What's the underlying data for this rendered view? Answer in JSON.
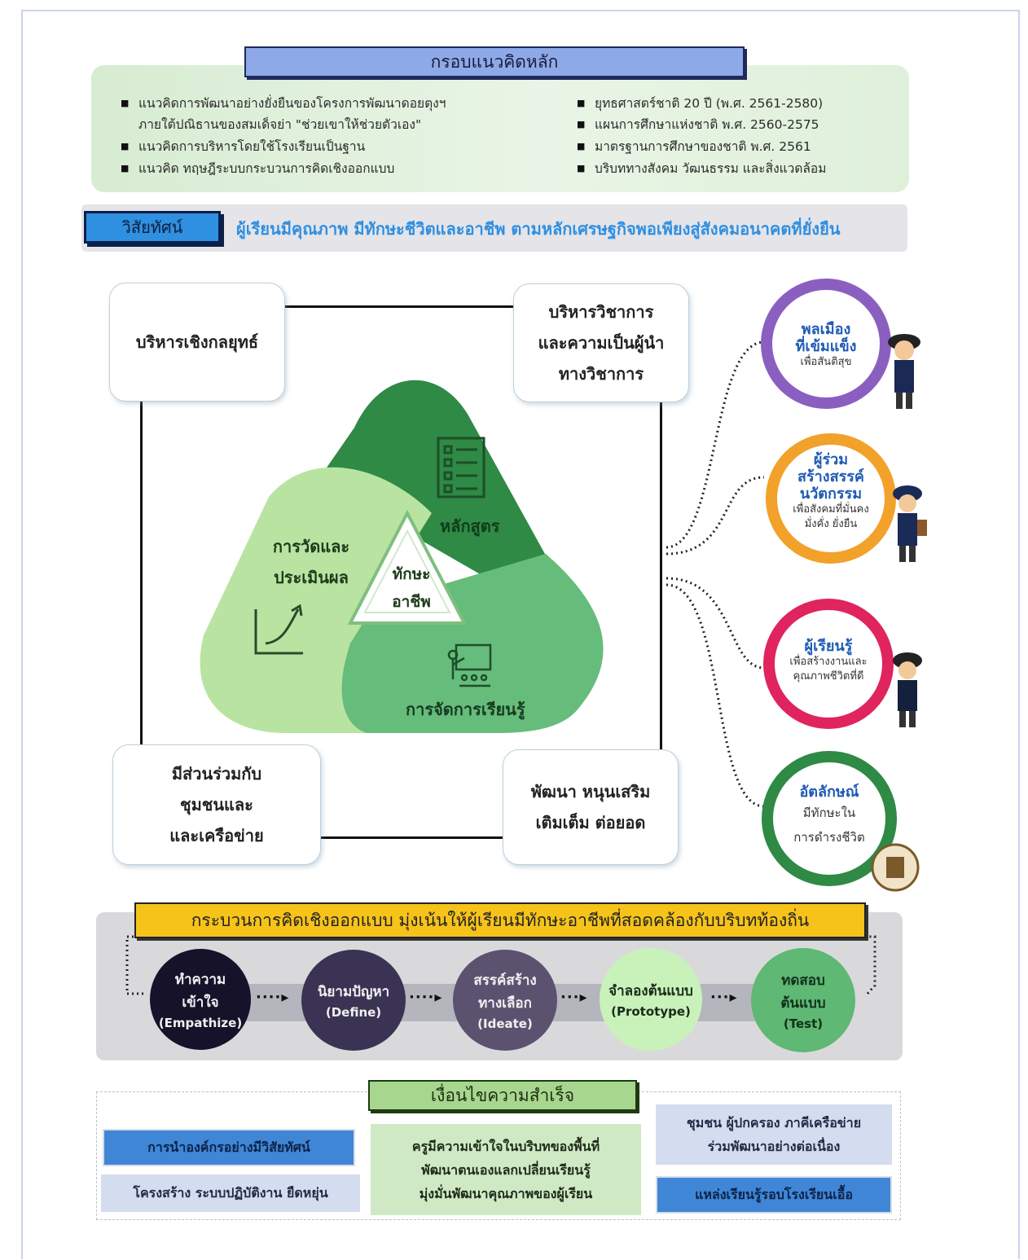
{
  "framework": {
    "title": "กรอบแนวคิดหลัก",
    "left_items": [
      "แนวคิดการพัฒนาอย่างยั่งยืนของโครงการพัฒนาดอยตุงฯ",
      "ภายใต้ปณิธานของสมเด็จย่า \"ช่วยเขาให้ช่วยตัวเอง\"",
      "แนวคิดการบริหารโดยใช้โรงเรียนเป็นฐาน",
      "แนวคิด ทฤษฎีระบบกระบวนการคิดเชิงออกแบบ"
    ],
    "right_items": [
      "ยุทธศาสตร์ชาติ 20 ปี (พ.ศ. 2561-2580)",
      "แผนการศึกษาแห่งชาติ พ.ศ. 2560-2575",
      "มาตรฐานการศึกษาของชาติ พ.ศ. 2561",
      "บริบททางสังคม วัฒนธรรม และสิ่งแวดล้อม"
    ]
  },
  "vision": {
    "label": "วิสัยทัศน์",
    "text": "ผู้เรียนมีคุณภาพ มีทักษะชีวิตและอาชีพ ตามหลักเศรษฐกิจพอเพียงสู่สังคมอนาคตที่ยั่งยืน"
  },
  "management": {
    "strategic": "บริหารเชิงกลยุทธ์",
    "academic": "บริหารวิชาการ\nและความเป็นผู้นำ\nทางวิชาการ",
    "community": "มีส่วนร่วมกับ\nชุมชนและ\nและเครือข่าย",
    "develop": "พัฒนา หนุนเสริม\nเติมเต็ม ต่อยอด"
  },
  "triangle": {
    "curriculum": "หลักสูตร",
    "assessment": "การวัดและ\nประเมินผล",
    "learning": "การจัดการเรียนรู้",
    "center": "ทักษะ\nอาชีพ",
    "colors": {
      "dark": "#2e8a45",
      "light": "#b9e3a1",
      "mid": "#66bc7a"
    }
  },
  "outcomes": [
    {
      "title": "พลเมือง\nที่เข้มแข็ง",
      "sub": "เพื่อสันติสุข",
      "color": "#8b5fc0"
    },
    {
      "title": "ผู้ร่วม\nสร้างสรรค์\nนวัตกรรม",
      "sub": "เพื่อสังคมที่มั่นคง\nมั่งคั่ง ยั่งยืน",
      "color": "#f2a12a"
    },
    {
      "title": "ผู้เรียนรู้",
      "sub": "เพื่อสร้างงานและ\nคุณภาพชีวิตที่ดี",
      "color": "#e0245e"
    },
    {
      "title": "อัตลักษณ์",
      "sub": "มีทักษะใน\nการดำรงชีวิต",
      "color": "#2e8a45"
    }
  ],
  "design_thinking": {
    "title": "กระบวนการคิดเชิงออกแบบ มุ่งเน้นให้ผู้เรียนมีทักษะอาชีพที่สอดคล้องกับบริบทท้องถิ่น",
    "steps": [
      {
        "th": "ทำความ\nเข้าใจ",
        "en": "(Empathize)",
        "color": "#16122a"
      },
      {
        "th": "นิยามปัญหา",
        "en": "(Define)",
        "color": "#3a3354"
      },
      {
        "th": "สรรค์สร้าง\nทางเลือก",
        "en": "(Ideate)",
        "color": "#5b5270"
      },
      {
        "th": "จำลองต้นแบบ",
        "en": "(Prototype)",
        "color": "#c8f2b9"
      },
      {
        "th": "ทดสอบ\nต้นแบบ",
        "en": "(Test)",
        "color": "#5fb873"
      }
    ]
  },
  "success": {
    "title": "เงื่อนไขความสำเร็จ",
    "left_top": "การนำองค์กรอย่างมีวิสัยทัศน์",
    "left_bottom": "โครงสร้าง ระบบปฏิบัติงาน ยืดหยุ่น",
    "middle": "ครูมีความเข้าใจในบริบทของพื้นที่\nพัฒนาตนเองแลกเปลี่ยนเรียนรู้\nมุ่งมั่นพัฒนาคุณภาพของผู้เรียน",
    "right_top": "ชุมชน ผู้ปกครอง ภาคีเครือข่าย\nร่วมพัฒนาอย่างต่อเนื่อง",
    "right_bottom": "แหล่งเรียนรู้รอบโรงเรียนเอื้อ"
  }
}
